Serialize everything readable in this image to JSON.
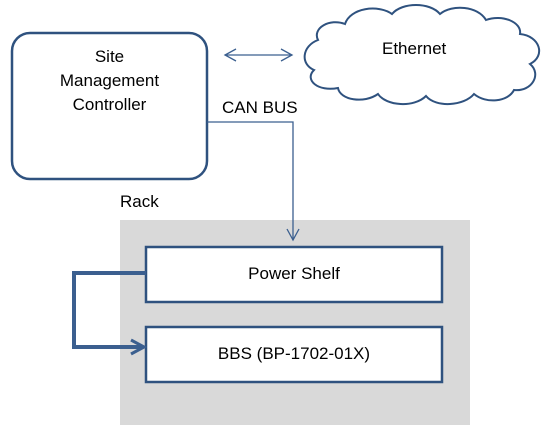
{
  "site_controller": {
    "lines": [
      "Site",
      "Management",
      "Controller"
    ]
  },
  "ethernet": {
    "label": "Ethernet"
  },
  "can_bus": {
    "label": "CAN BUS"
  },
  "rack": {
    "label": "Rack"
  },
  "power_shelf": {
    "label": "Power Shelf"
  },
  "bbs": {
    "label": "BBS (BP-1702-01X)"
  },
  "colors": {
    "line": "#3b5f8f",
    "border": "#2f527f",
    "rack_fill": "#d9d9d9"
  }
}
